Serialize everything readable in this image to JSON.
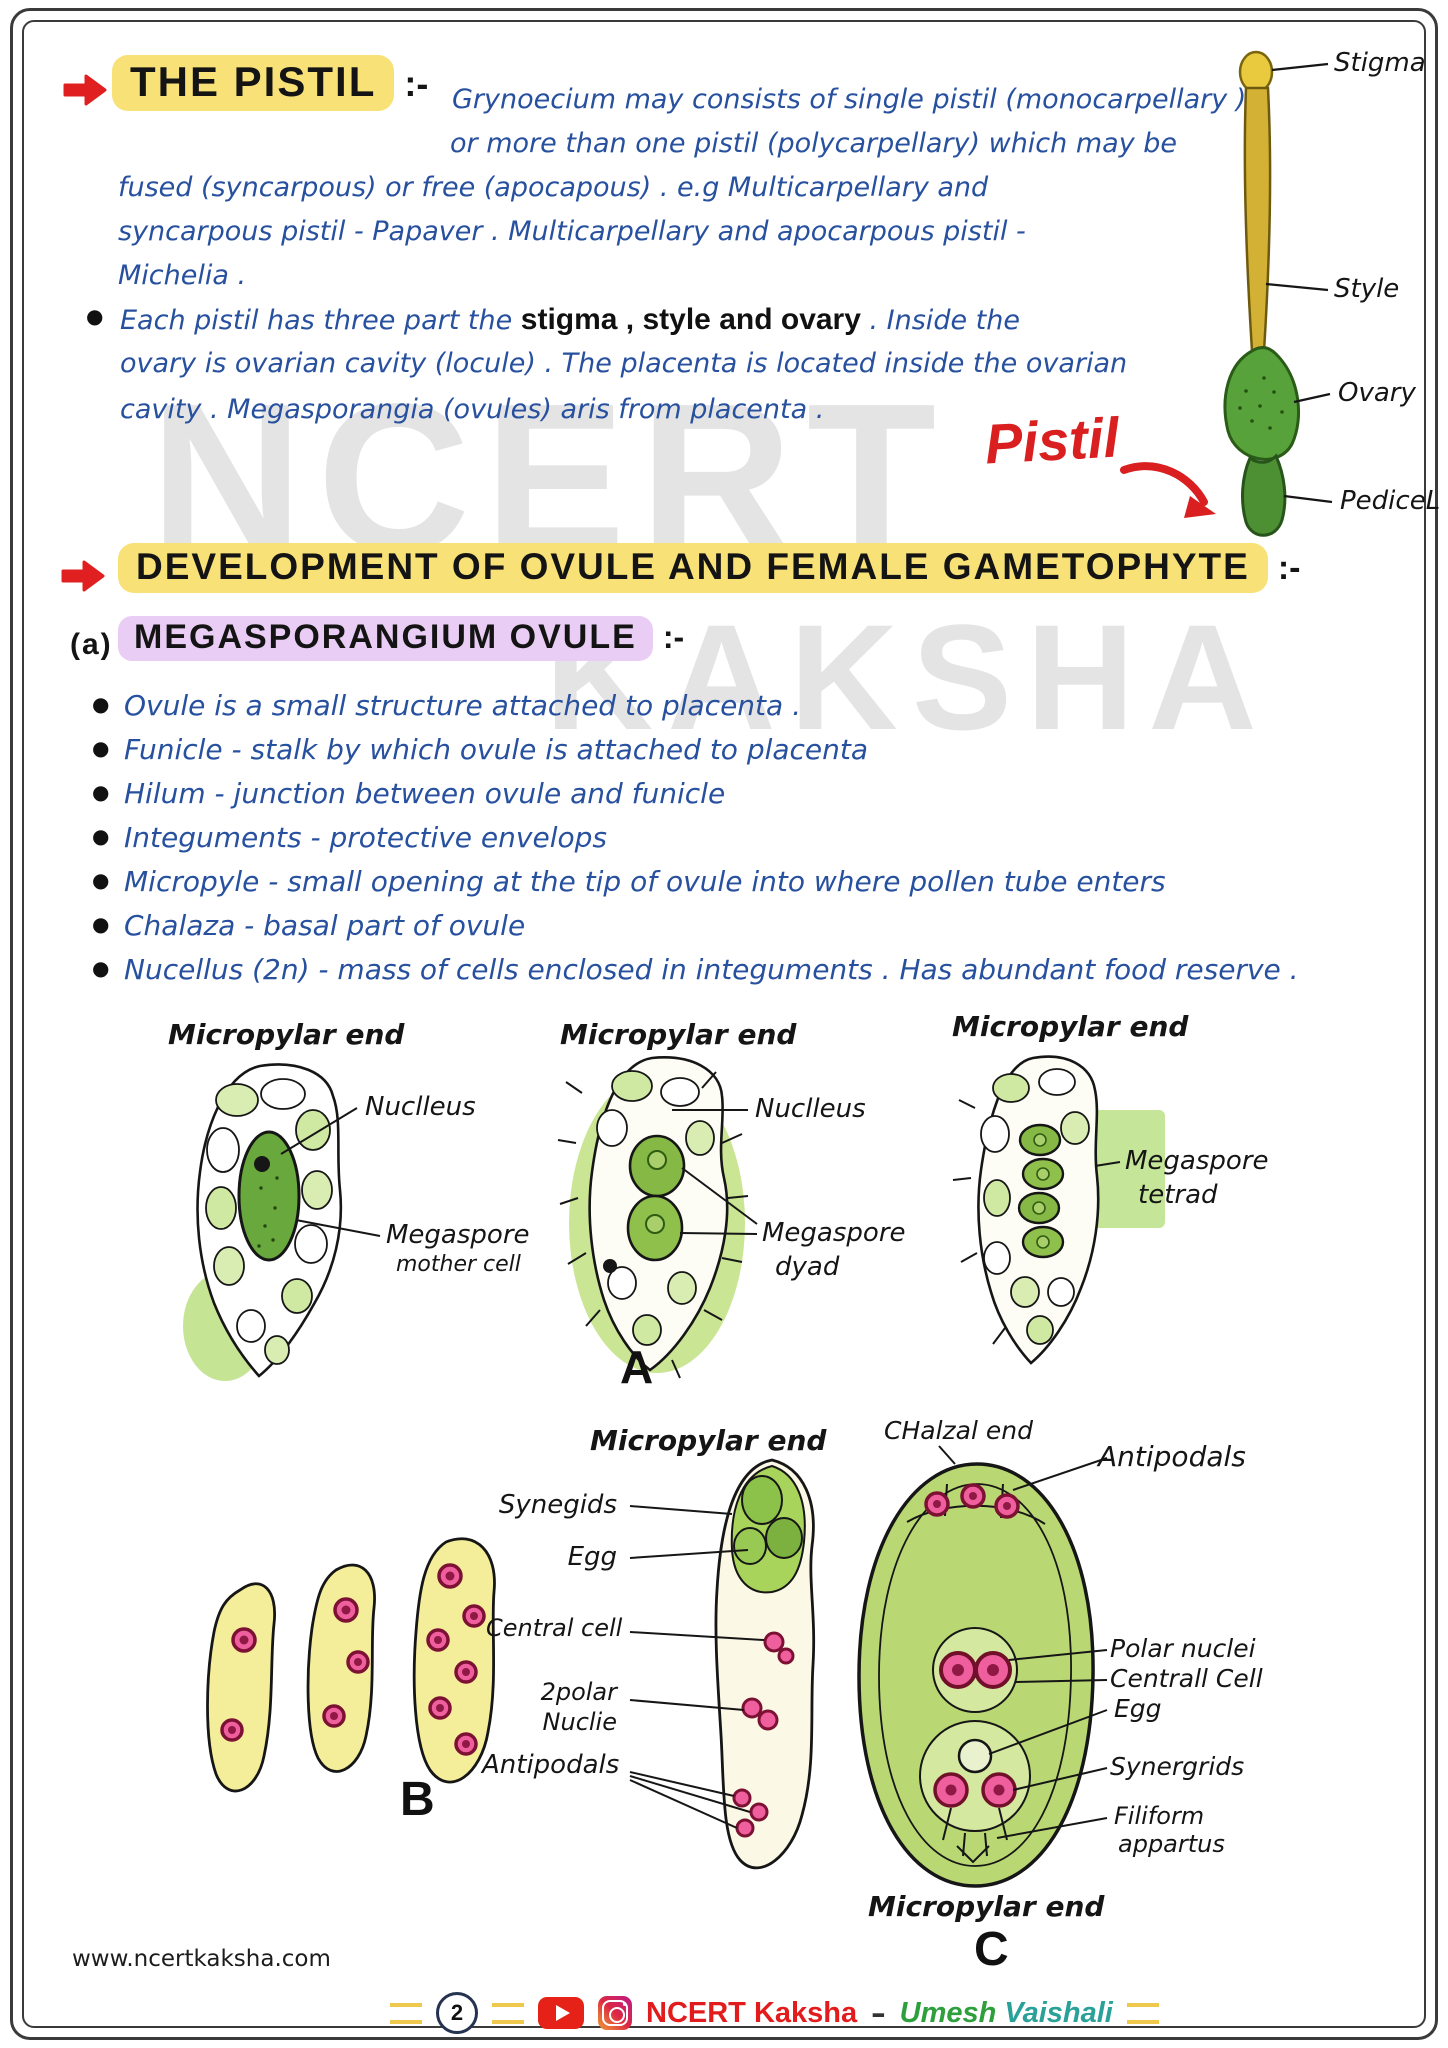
{
  "colors": {
    "ink_blue": "#27509e",
    "highlight_yellow": "#f8e176",
    "highlight_purple": "#eacdf4",
    "accent_red": "#d91f1f",
    "diagram_green": "#8cc24a",
    "cell_pink": "#ef5f9e",
    "blob_yellow": "#f4ee9a"
  },
  "watermark": {
    "line1": "NCERT",
    "line2": "KAKSHA"
  },
  "pistil": {
    "heading": "THE PISTIL",
    "colon": ":-",
    "lines": [
      "Grynoecium may consists of single pistil (monocarpellary )",
      "or more than one pistil (polycarpellary) which may be",
      "fused (syncarpous) or free (apocapous) . e.g Multicarpellary and",
      "syncarpous pistil - Papaver . Multicarpellary and apocarpous pistil -",
      "Michelia ."
    ],
    "bullet": {
      "pre": "Each pistil has three part the ",
      "bold": "stigma , style and ovary",
      "post": " . Inside the",
      "line2": "ovary is ovarian cavity (locule) . The placenta is located inside the ovarian",
      "line3": "cavity .  Megasporangia (ovules) aris from placenta ."
    },
    "caption": "Pistil",
    "labels": {
      "stigma": "Stigma",
      "style": "Style",
      "ovary": "Ovary",
      "pedicel": "PediceL"
    }
  },
  "development": {
    "heading": "DEVELOPMENT OF OVULE AND FEMALE GAMETOPHYTE",
    "colon": ":-"
  },
  "megasporangium": {
    "index": "(a)",
    "heading": "MEGASPORANGIUM OVULE",
    "colon": ":-",
    "bullets": [
      "Ovule is a small structure attached to placenta .",
      "Funicle - stalk by which ovule is attached to placenta",
      "Hilum - junction between ovule and funicle",
      "Integuments - protective envelops",
      "Micropyle - small opening at the tip of ovule into where pollen tube enters",
      "Chalaza - basal part of ovule",
      "Nucellus (2n) - mass of cells enclosed in integuments . Has abundant food reserve ."
    ]
  },
  "diagrams": {
    "d1": {
      "title": "Micropylar end",
      "nucleus": "Nuclleus",
      "mega1": "Megaspore",
      "mega2": "mother cell"
    },
    "d2": {
      "title": "Micropylar end",
      "nucleus": "Nuclleus",
      "mega1": "Megaspore",
      "mega2": "dyad",
      "letter": "A"
    },
    "d3": {
      "title": "Micropylar end",
      "mega1": "Megaspore",
      "mega2": "tetrad"
    },
    "b": {
      "letter": "B"
    },
    "mid": {
      "title": "Micropylar end",
      "synergids": "Synegids",
      "egg": "Egg",
      "central": "Central cell",
      "polar1": "2polar",
      "polar2": "Nuclie",
      "antipodals": "Antipodals"
    },
    "c": {
      "chalazal": "CHalzal end",
      "antipodals": "Antipodals",
      "polar": "Polar nuclei",
      "central": "Centrall Cell",
      "egg": "Egg",
      "synergids": "Synergrids",
      "filiform1": "Filiform",
      "filiform2": "appartus",
      "bottom": "Micropylar end",
      "letter": "C"
    }
  },
  "footer": {
    "url": "www.ncertkaksha.com",
    "page_number": "2",
    "brand": "NCERT Kaksha",
    "dash": "–",
    "author1": "Umesh",
    "author2": "Vaishali"
  },
  "icons": {
    "section_arrow": "red-right-arrow",
    "youtube": "youtube-play",
    "instagram": "instagram-camera"
  }
}
